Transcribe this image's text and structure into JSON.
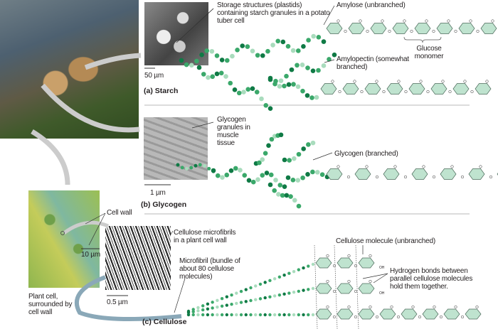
{
  "starch": {
    "caption": "(a) Starch",
    "micrograph_label": "Storage structures (plastids) containing starch granules in a potato tuber cell",
    "scale": "50 µm",
    "amylose": "Amylose (unbranched)",
    "amylopectin": "Amylopectin (somewhat branched)",
    "glucose_monomer": "Glucose monomer"
  },
  "glycogen": {
    "caption": "(b) Glycogen",
    "micrograph_label": "Glycogen granules in muscle tissue",
    "scale": "1 µm",
    "branched": "Glycogen (branched)"
  },
  "plant": {
    "cell_wall": "Cell wall",
    "caption": "Plant cell, surrounded by cell wall",
    "scale": "10 µm"
  },
  "cellulose": {
    "caption": "(c) Cellulose",
    "micrograph_label": "Cellulose microfibrils in a plant cell wall",
    "scale": "0.5 µm",
    "microfibril": "Microfibril (bundle of about 80 cellulose molecules)",
    "molecule": "Cellulose molecule (unbranched)",
    "hbonds": "Hydrogen bonds between parallel cellulose molecules hold them together.",
    "oh": "OH"
  },
  "colors": {
    "hex_fill": "#bfe3cf",
    "hex_stroke": "#4d6b5c",
    "bead_dark": "#0f7a45",
    "bead_mid": "#3aa86a",
    "bead_light": "#a9dcbd",
    "divider": "#b9b9b9"
  }
}
